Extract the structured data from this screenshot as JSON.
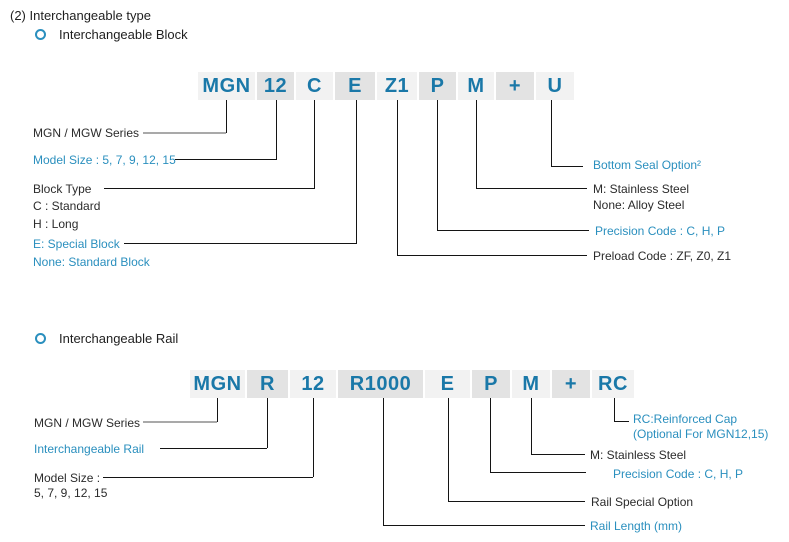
{
  "page": {
    "title": "(2) Interchangeable type"
  },
  "colors": {
    "code_blue": "#1a78a8",
    "label_blue": "#2a8fbe",
    "text_dark": "#2b2b2b",
    "segment_light": "#f2f2f2",
    "segment_dark": "#e3e3e3",
    "line_dark": "#141414",
    "line_gray": "#a9a9a9"
  },
  "block": {
    "heading": "Interchangeable Block",
    "code": [
      "MGN",
      "12",
      "C",
      "E",
      "Z1",
      "P",
      "M",
      "+",
      "U"
    ],
    "labels": {
      "series": "MGN / MGW Series",
      "model_size": "Model Size : 5, 7, 9, 12, 15",
      "block_type": "Block Type",
      "block_type_c": "C : Standard",
      "block_type_h": "H : Long",
      "special_block": "E: Special Block",
      "standard_block": "None: Standard Block",
      "bottom_seal": "Bottom Seal Option²",
      "stainless": "M: Stainless Steel",
      "alloy": "None: Alloy Steel",
      "precision": "Precision Code : C, H, P",
      "preload": "Preload Code : ZF, Z0, Z1"
    }
  },
  "rail": {
    "heading": "Interchangeable Rail",
    "code": [
      "MGN",
      "R",
      "12",
      "R1000",
      "E",
      "P",
      "M",
      "+",
      "RC"
    ],
    "labels": {
      "series": "MGN / MGW Series",
      "interchangeable_rail": "Interchangeable Rail",
      "model_size_line1": "Model Size :",
      "model_size_line2": "5, 7, 9, 12, 15",
      "rc_cap_line1": "RC:Reinforced Cap",
      "rc_cap_line2": "(Optional For MGN12,15)",
      "stainless": "M: Stainless Steel",
      "precision": "Precision Code : C, H, P",
      "rail_special": "Rail Special Option",
      "rail_length": "Rail Length (mm)"
    }
  }
}
